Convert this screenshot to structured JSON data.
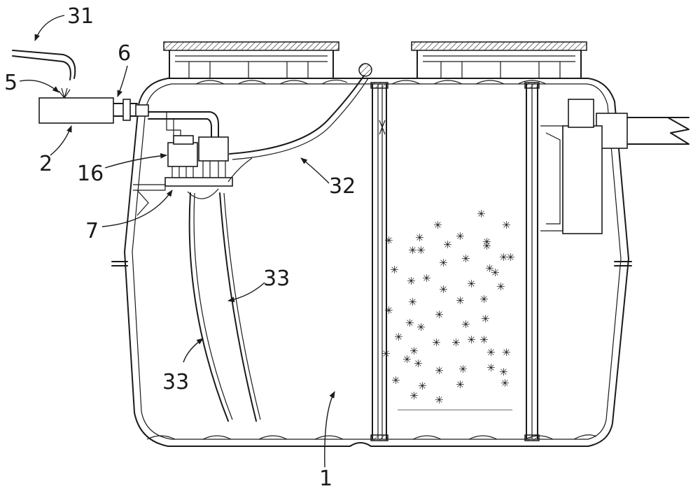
{
  "labels": {
    "l31": "31",
    "l5": "5",
    "l6": "6",
    "l2": "2",
    "l16": "16",
    "l7": "7",
    "l32": "32",
    "l33a": "33",
    "l33b": "33",
    "l1": "1"
  },
  "media_symbol": "✳"
}
